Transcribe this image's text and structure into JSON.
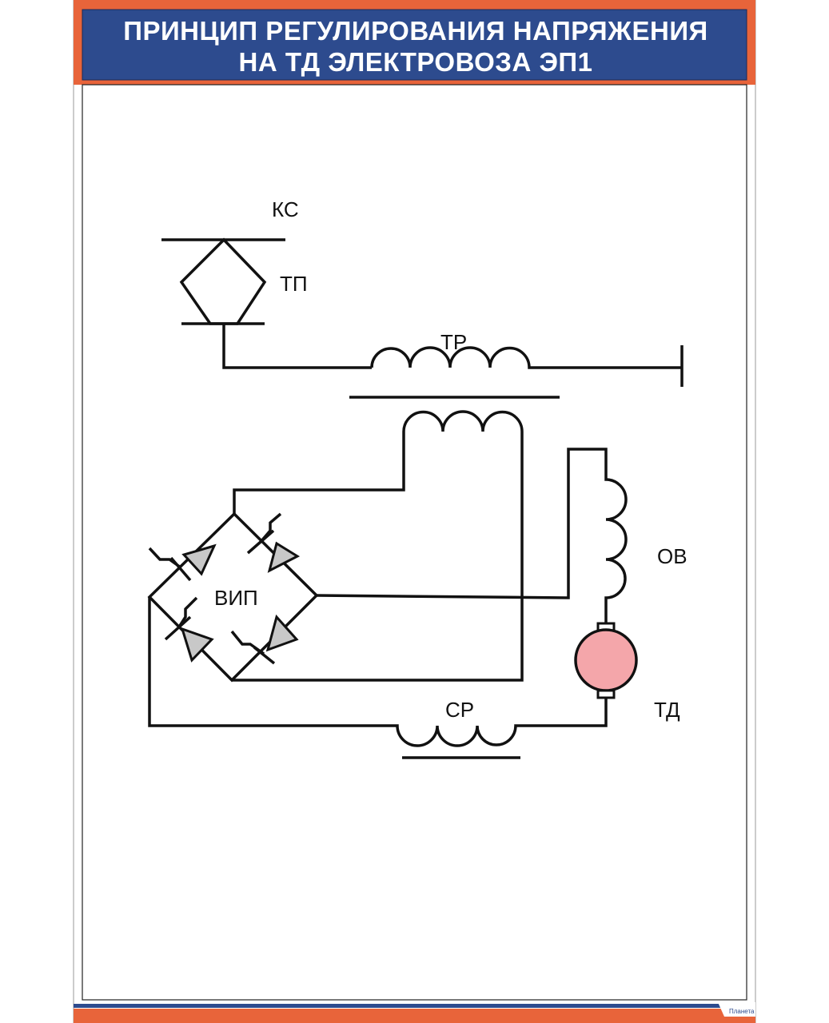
{
  "header": {
    "title_line1": "ПРИНЦИП РЕГУЛИРОВАНИЯ НАПРЯЖЕНИЯ",
    "title_line2": "НА ТД ЭЛЕКТРОВОЗА ЭП1"
  },
  "labels": {
    "ks": "КС",
    "tp": "ТП",
    "tr": "ТР",
    "ov": "ОВ",
    "vip": "ВИП",
    "sr": "СР",
    "td": "ТД"
  },
  "footer": {
    "logo": "Планета"
  },
  "colors": {
    "orange": "#e8643a",
    "blue": "#2d4b8e",
    "motor": "#f4a6aa",
    "thyristor": "#c8c8c8"
  }
}
